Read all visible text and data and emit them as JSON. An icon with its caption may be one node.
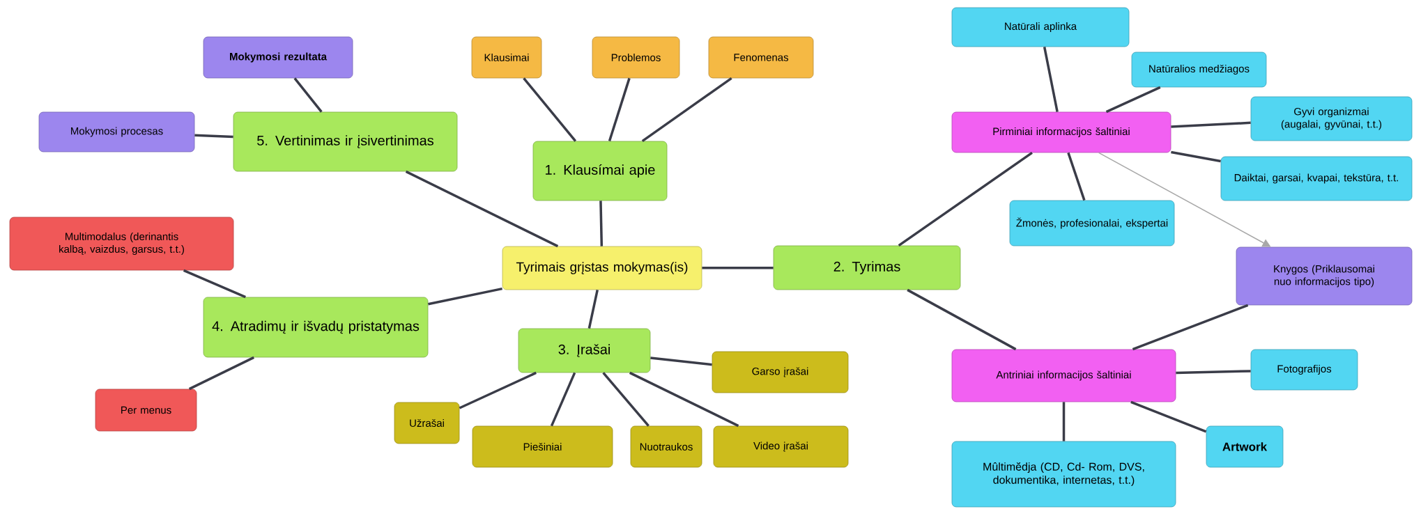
{
  "diagram": {
    "nodes": [
      {
        "text": [
          "Mokymosi rezultata"
        ]
      },
      {
        "text": [
          "Klausimai"
        ]
      },
      {
        "text": [
          "Problemos"
        ]
      },
      {
        "text": [
          "Fenomenas"
        ]
      },
      {
        "text": [
          "Natūrali aplinka"
        ]
      },
      {
        "text": [
          "Natūralios medžiagos"
        ]
      },
      {
        "text": [
          "Mokymosi procesas"
        ]
      },
      {
        "text": [
          "5. Vertinimas ir įsivertinimas"
        ]
      },
      {
        "text": [
          "Pirminiai informacijos šaltiniai"
        ]
      },
      {
        "text": [
          "Gyvi organizmai (augalai, gyvūnai, t.t.)"
        ]
      },
      {
        "text": [
          "1. Klausímai apie"
        ]
      },
      {
        "text": [
          "Daiktai, garsai, kvapai, tekstūra, t.t."
        ]
      },
      {
        "text": [
          "Žmonės, profesionalai, ekspertai"
        ]
      },
      {
        "text": [
          "Multimodalus (derinantis kalbą, vaizdus, garsus, t.t.)"
        ]
      },
      {
        "text": [
          "Tyrimais grįstas mokymas(is)"
        ]
      },
      {
        "text": [
          "2. Tyrimas"
        ]
      },
      {
        "text": [
          "Knygos (Priklausomai nuo informacijos tipo)"
        ]
      },
      {
        "text": [
          "4. Atradimų ir išvadų pristatymas"
        ]
      },
      {
        "text": [
          "3. Įrašai"
        ]
      },
      {
        "text": [
          "Garso įrašai"
        ]
      },
      {
        "text": [
          "Antriniai informacijos šaltiniai"
        ]
      },
      {
        "text": [
          "Fotografijos"
        ]
      },
      {
        "text": [
          "Užrašai"
        ]
      },
      {
        "text": [
          "Per menus"
        ]
      },
      {
        "text": [
          "Piešiniai"
        ]
      },
      {
        "text": [
          "Nuotraukos"
        ]
      },
      {
        "text": [
          "Video įrašai"
        ]
      },
      {
        "text": [
          "Artwork"
        ]
      },
      {
        "text": [
          "Mûltimĕdja (CD, Cd- Rom, DVS, dokumentika, internetas, t.t.)"
        ]
      }
    ],
    "edges": [
      {
        "from": 14,
        "to": 10,
        "arrow": "none"
      },
      {
        "from": 14,
        "to": 15,
        "arrow": "none"
      },
      {
        "from": 14,
        "to": 18,
        "arrow": "none"
      },
      {
        "from": 14,
        "to": 17,
        "arrow": "none"
      },
      {
        "from": 14,
        "to": 7,
        "arrow": "none"
      },
      {
        "from": 10,
        "to": 1,
        "arrow": "none"
      },
      {
        "from": 10,
        "to": 2,
        "arrow": "none"
      },
      {
        "from": 10,
        "to": 3,
        "arrow": "none"
      },
      {
        "from": 7,
        "to": 0,
        "arrow": "none"
      },
      {
        "from": 7,
        "to": 6,
        "arrow": "none"
      },
      {
        "from": 17,
        "to": 13,
        "arrow": "none"
      },
      {
        "from": 17,
        "to": 23,
        "arrow": "none"
      },
      {
        "from": 18,
        "to": 19,
        "arrow": "none"
      },
      {
        "from": 18,
        "to": 22,
        "arrow": "none"
      },
      {
        "from": 18,
        "to": 24,
        "arrow": "none"
      },
      {
        "from": 18,
        "to": 25,
        "arrow": "none"
      },
      {
        "from": 18,
        "to": 26,
        "arrow": "none"
      },
      {
        "from": 15,
        "to": 8,
        "arrow": "none"
      },
      {
        "from": 15,
        "to": 20,
        "arrow": "none"
      },
      {
        "from": 8,
        "to": 4,
        "arrow": "none"
      },
      {
        "from": 8,
        "to": 5,
        "arrow": "none"
      },
      {
        "from": 8,
        "to": 9,
        "arrow": "none"
      },
      {
        "from": 8,
        "to": 11,
        "arrow": "none"
      },
      {
        "from": 8,
        "to": 12,
        "arrow": "none"
      },
      {
        "from": 8,
        "to": 16,
        "arrow": "to",
        "color": "#a8a8a8"
      },
      {
        "from": 16,
        "to": 20,
        "arrow": "none"
      },
      {
        "from": 20,
        "to": 21,
        "arrow": "none"
      },
      {
        "from": 20,
        "to": 27,
        "arrow": "none"
      },
      {
        "from": 20,
        "to": 28,
        "arrow": "none"
      }
    ]
  }
}
